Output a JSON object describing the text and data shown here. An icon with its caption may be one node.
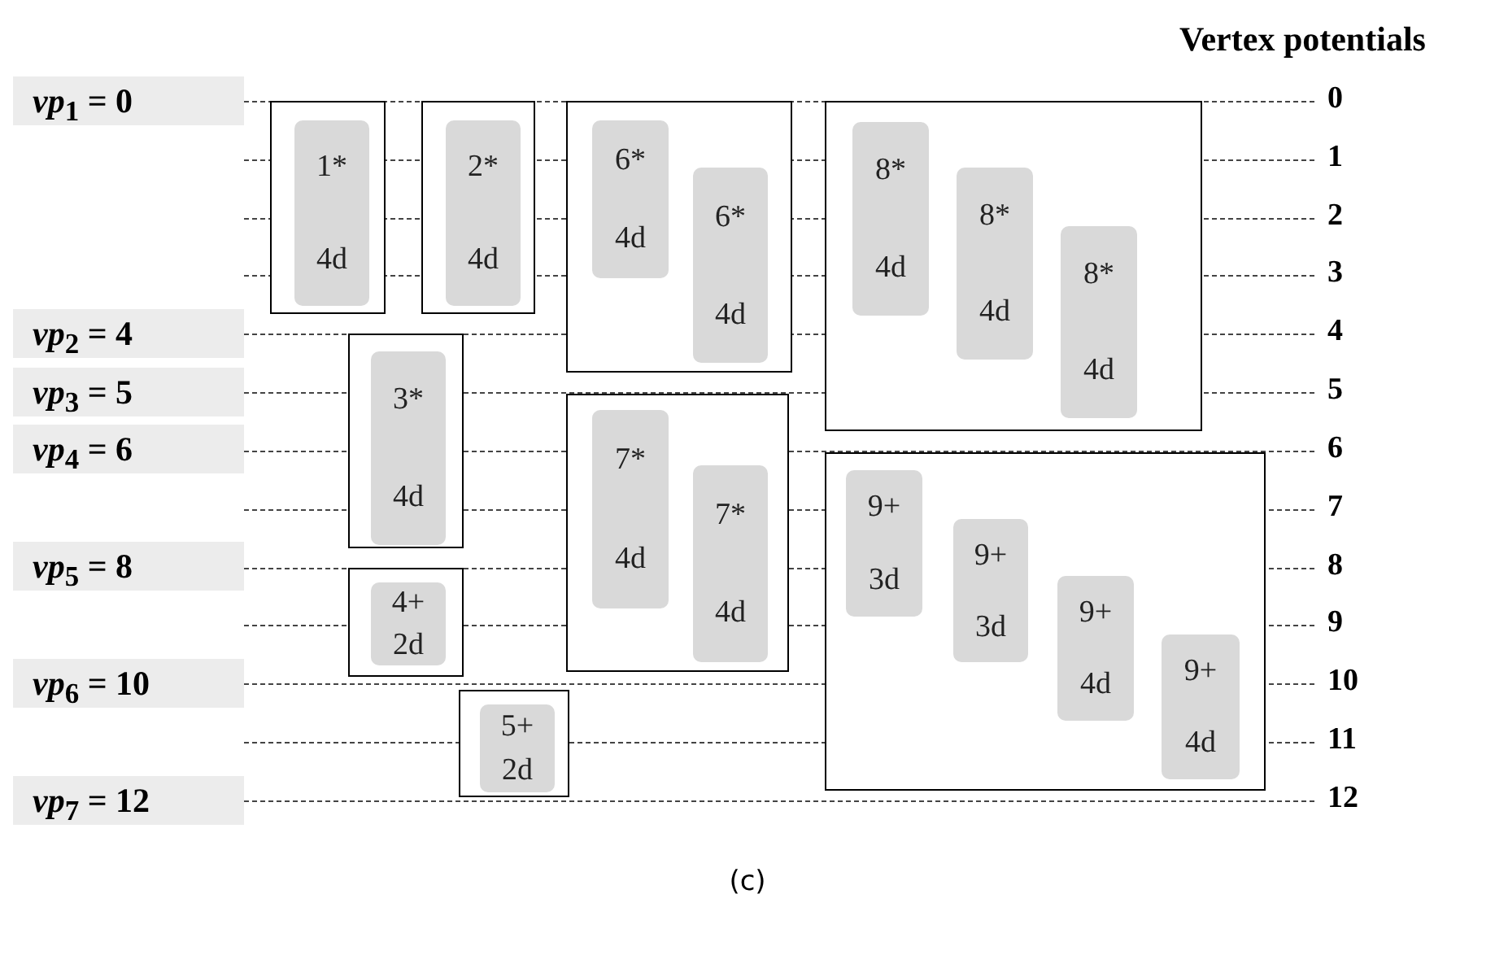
{
  "diagram": {
    "caption": "(c)",
    "nodes": [
      {
        "text": [
          "*vp*$_{1}$ = 0"
        ]
      },
      {
        "text": [],
        "shape": "box"
      },
      {
        "text": [
          "1*",
          "4d"
        ],
        "in": 1
      },
      {
        "text": [],
        "shape": "box"
      },
      {
        "text": [
          "2*",
          "4d"
        ],
        "in": 3
      },
      {
        "text": [],
        "shape": "box"
      },
      {
        "text": [
          "6*",
          "4d"
        ],
        "in": 5
      },
      {
        "text": [
          "6*",
          "4d"
        ],
        "in": 5
      },
      {
        "text": [],
        "shape": "box"
      },
      {
        "text": [
          "8*",
          "4d"
        ],
        "in": 8
      },
      {
        "text": [
          "8*",
          "4d"
        ],
        "in": 8
      },
      {
        "text": [
          "8*",
          "4d"
        ],
        "in": 8
      },
      {
        "text": [
          "*vp*$_{2}$ = 4"
        ]
      },
      {
        "text": [
          "*vp*$_{3}$ = 5"
        ]
      },
      {
        "text": [],
        "shape": "box"
      },
      {
        "text": [
          "3*",
          "4d"
        ],
        "in": 14
      },
      {
        "text": [
          "*vp*$_{4}$ = 6"
        ]
      },
      {
        "text": [],
        "shape": "box"
      },
      {
        "text": [
          "7*",
          "4d"
        ],
        "in": 17
      },
      {
        "text": [
          "7*",
          "4d"
        ],
        "in": 17
      },
      {
        "text": [],
        "shape": "box"
      },
      {
        "text": [
          "9+",
          "3d"
        ],
        "in": 20
      },
      {
        "text": [
          "9+",
          "3d"
        ],
        "in": 20
      },
      {
        "text": [
          "9+",
          "4d"
        ],
        "in": 20
      },
      {
        "text": [
          "9+",
          "4d"
        ],
        "in": 20
      },
      {
        "text": [
          "*vp*$_{5}$ = 8"
        ]
      },
      {
        "text": [],
        "shape": "box"
      },
      {
        "text": [
          "4+",
          "2d"
        ],
        "in": 26
      },
      {
        "text": [
          "*vp*$_{6}$ = 10"
        ]
      },
      {
        "text": [],
        "shape": "box"
      },
      {
        "text": [
          "5+",
          "2d"
        ],
        "in": 29
      },
      {
        "text": [
          "*vp*$_{7}$ = 12"
        ]
      }
    ],
    "labels": [
      "Vertex potentials",
      "0",
      "1",
      "2",
      "3",
      "4",
      "5",
      "6",
      "7",
      "8",
      "9",
      "10",
      "11",
      "12"
    ]
  }
}
